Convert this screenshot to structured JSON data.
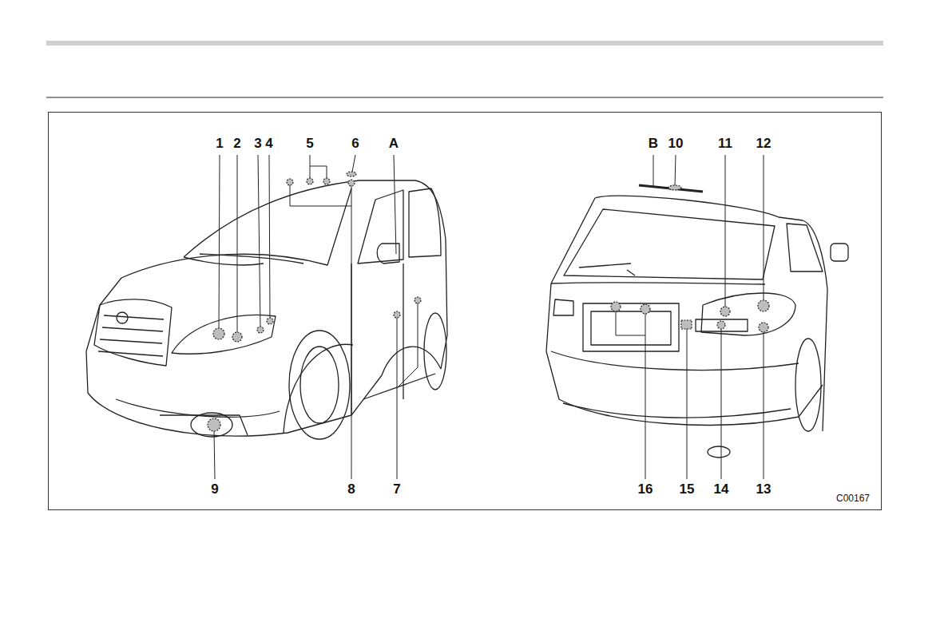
{
  "diagram": {
    "labels": [
      "1",
      "2",
      "3",
      "4",
      "5",
      "6",
      "A",
      "B",
      "10",
      "11",
      "12",
      "9",
      "8",
      "7",
      "16",
      "15",
      "14",
      "13",
      "C00167"
    ]
  }
}
